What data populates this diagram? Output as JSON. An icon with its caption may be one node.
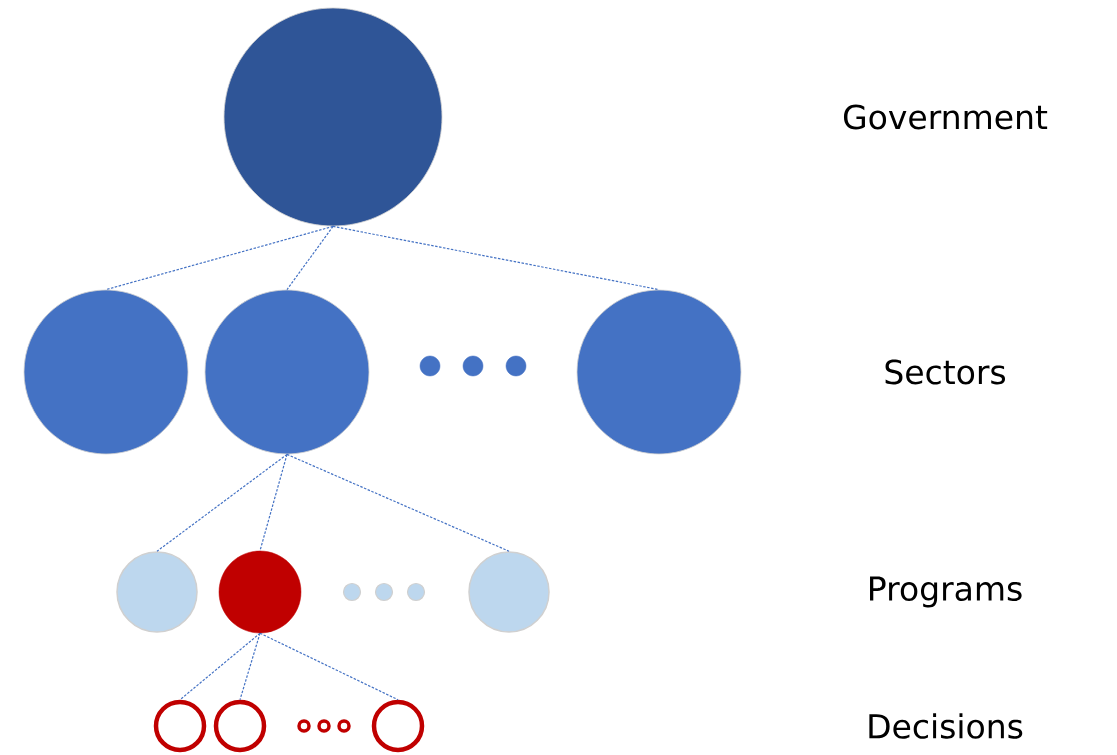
{
  "diagram": {
    "nodes": [
      {
        "text": [],
        "shape": "circle"
      },
      {
        "text": [],
        "shape": "circle"
      },
      {
        "text": [],
        "shape": "circle"
      },
      {
        "text": [],
        "shape": "circle"
      },
      {
        "text": [],
        "shape": "circle"
      },
      {
        "text": [],
        "shape": "circle"
      },
      {
        "text": [],
        "shape": "circle"
      },
      {
        "text": [],
        "shape": "circle"
      },
      {
        "text": [],
        "shape": "circle"
      },
      {
        "text": [],
        "shape": "circle"
      }
    ],
    "edges": [
      {
        "from": 0,
        "to": 1,
        "arrow": "none",
        "style": "dashed"
      },
      {
        "from": 0,
        "to": 2,
        "arrow": "none",
        "style": "dashed"
      },
      {
        "from": 0,
        "to": 3,
        "arrow": "none",
        "style": "dashed"
      },
      {
        "from": 2,
        "to": 4,
        "arrow": "none",
        "style": "dashed"
      },
      {
        "from": 2,
        "to": 5,
        "arrow": "none",
        "style": "dashed"
      },
      {
        "from": 2,
        "to": 6,
        "arrow": "none",
        "style": "dashed"
      },
      {
        "from": 5,
        "to": 7,
        "arrow": "none",
        "style": "dashed"
      },
      {
        "from": 5,
        "to": 8,
        "arrow": "none",
        "style": "dashed"
      },
      {
        "from": 5,
        "to": 9,
        "arrow": "none",
        "style": "dashed"
      }
    ],
    "labels": [
      "Government",
      "Sectors",
      "Programs",
      "Decisions"
    ]
  }
}
